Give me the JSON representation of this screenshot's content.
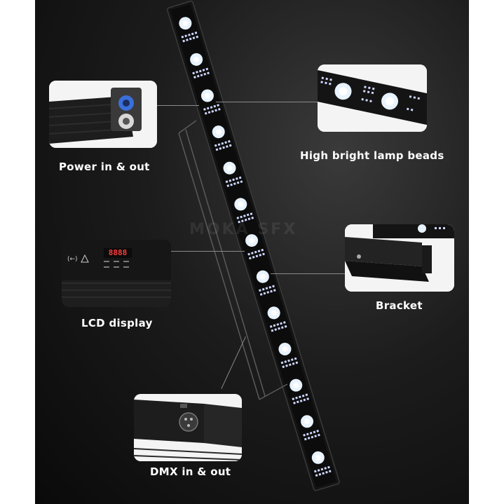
{
  "labels": {
    "power": "Power in & out",
    "lamp_beads": "High bright lamp beads",
    "lcd": "LCD display",
    "bracket": "Bracket",
    "dmx": "DMX in & out"
  },
  "lcd_readout": "8888",
  "watermark": "MOKA SFX",
  "colors": {
    "background": "#111111",
    "bar_body": "#1a1a1a",
    "led_glow": "#e8f3ff",
    "callout_bg": "#f4f4f4",
    "connector_blue": "#3a6fd8"
  }
}
